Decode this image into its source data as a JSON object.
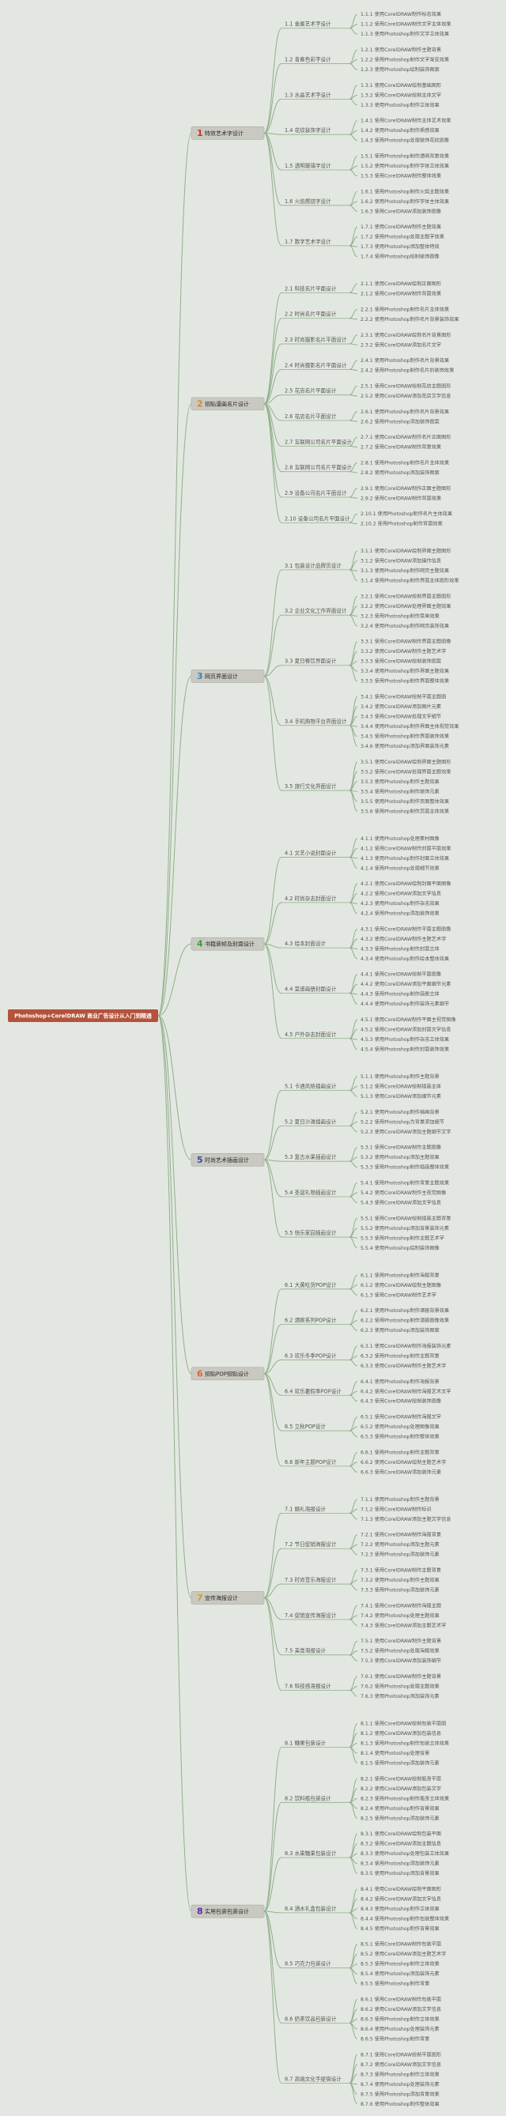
{
  "colors": {
    "background": "#e3e7e1",
    "line": "#8fb08a",
    "root_fill": "#b5523b",
    "root_text": "#ffffff",
    "chapter_fill": "#c9c9c1",
    "chapter_text": "#2b2b2b",
    "section_text": "#555555",
    "leaf_text": "#555555",
    "chapter_number_colors": [
      "#c6322a",
      "#d9852a",
      "#3d7fbf",
      "#3d9c46",
      "#3c4aa6",
      "#e0642a",
      "#c6a52a",
      "#5a2aa8"
    ]
  },
  "root": {
    "title": "Photoshop+CorelDRAW 商业广告设计从入门到精通"
  },
  "chapters": [
    {
      "num": "1",
      "title": "特效艺术字设计",
      "sections": [
        {
          "title": "1.1 金属艺术字设计",
          "leaves": [
            "1.1.1 使用CorelDRAW制作标志效果",
            "1.1.2 使用CorelDRAW制作文字主体效果",
            "1.1.3 使用Photoshop制作文字立体效果"
          ]
        },
        {
          "title": "1.2 青春色彩字设计",
          "leaves": [
            "1.2.1 使用CorelDRAW制作主题背景",
            "1.2.2 使用Photoshop制作文字渐变效果",
            "1.2.3 使用Photoshop绘制装饰图案"
          ]
        },
        {
          "title": "1.3 水晶艺术字设计",
          "leaves": [
            "1.3.1 使用CorelDRAW绘制基础图形",
            "1.3.2 使用CorelDRAW绘制主体文字",
            "1.3.3 使用Photoshop制作立体效果"
          ]
        },
        {
          "title": "1.4 花纹装饰字设计",
          "leaves": [
            "1.4.1 使用CorelDRAW制作主体艺术效果",
            "1.4.2 使用Photoshop制作质感效果",
            "1.4.3 使用Photoshop处理装饰花纹图像"
          ]
        },
        {
          "title": "1.5 透明玻璃字设计",
          "leaves": [
            "1.5.1 使用Photoshop制作透明背景效果",
            "1.5.2 使用Photoshop制作字体立体效果",
            "1.5.3 使用CorelDRAW制作整体效果"
          ]
        },
        {
          "title": "1.6 火焰燃烧字设计",
          "leaves": [
            "1.6.1 使用Photoshop制作火焰主题效果",
            "1.6.2 使用Photoshop制作字体主体效果",
            "1.6.3 使用CorelDRAW添加装饰图像"
          ]
        },
        {
          "title": "1.7 数字艺术字设计",
          "leaves": [
            "1.7.1 使用CorelDRAW制作主题效果",
            "1.7.2 使用Photoshop处理主题字效果",
            "1.7.3 使用Photoshop添加整体特效",
            "1.7.4 使用Photoshop绘制装饰图像"
          ]
        }
      ]
    },
    {
      "num": "2",
      "title": "招贴漫画名片设计",
      "sections": [
        {
          "title": "2.1 科技名片平面设计",
          "leaves": [
            "2.1.1 使用CorelDRAW绘制正面图形",
            "2.1.2 使用CorelDRAW制作背面效果"
          ]
        },
        {
          "title": "2.2 时尚名片平面设计",
          "leaves": [
            "2.2.1 使用Photoshop制作名片主体效果",
            "2.2.2 使用Photoshop制作名片背景装饰效果"
          ]
        },
        {
          "title": "2.3 时尚摄影名片平面设计",
          "leaves": [
            "2.3.1 使用CorelDRAW绘制名片背景图形",
            "2.3.2 使用CorelDRAW添加名片文字"
          ]
        },
        {
          "title": "2.4 时尚摄影名片平面设计",
          "leaves": [
            "2.4.1 使用Photoshop制作名片背景效果",
            "2.4.2 使用Photoshop制作名片的装饰效果"
          ]
        },
        {
          "title": "2.5 花店名片平面设计",
          "leaves": [
            "2.5.1 使用CorelDRAW绘制花店主题图形",
            "2.5.2 使用CorelDRAW添加花店文字信息"
          ]
        },
        {
          "title": "2.6 花店名片平面设计",
          "leaves": [
            "2.6.1 使用Photoshop制作名片背景效果",
            "2.6.2 使用Photoshop添加装饰图案"
          ]
        },
        {
          "title": "2.7 互联网公司名片平面设计",
          "leaves": [
            "2.7.1 使用CorelDRAW制作名片正面图形",
            "2.7.2 使用CorelDRAW制作背景效果"
          ]
        },
        {
          "title": "2.8 互联网公司名片平面设计",
          "leaves": [
            "2.8.1 使用Photoshop制作名片主体效果",
            "2.8.2 使用Photoshop添加装饰图案"
          ]
        },
        {
          "title": "2.9 设备公司名片平面设计",
          "leaves": [
            "2.9.1 使用CorelDRAW制作正面主题图形",
            "2.9.2 使用CorelDRAW制作背面效果"
          ]
        },
        {
          "title": "2.10 设备公司名片平面设计",
          "leaves": [
            "2.10.1 使用Photoshop制作名片主体效果",
            "2.10.2 使用Photoshop制作背面效果"
          ]
        }
      ]
    },
    {
      "num": "3",
      "title": "网页界面设计",
      "sections": [
        {
          "title": "3.1 包装设计品牌页设计",
          "leaves": [
            "3.1.1 使用CorelDRAW绘制界面主题图形",
            "3.1.2 使用CorelDRAW添加操作信息",
            "3.1.3 使用Photoshop制作网页主题效果",
            "3.1.4 使用Photoshop制作界面主体图形效果"
          ]
        },
        {
          "title": "3.2 企业文化工作界面设计",
          "leaves": [
            "3.2.1 使用CorelDRAW绘制界面主题图形",
            "3.2.2 使用CorelDRAW处理界面主题效果",
            "3.2.3 使用Photoshop制作菜单效果",
            "3.2.4 使用Photoshop制作网页装饰效果"
          ]
        },
        {
          "title": "3.3 夏日餐饮界面设计",
          "leaves": [
            "3.3.1 使用CorelDRAW制作界面主题图像",
            "3.3.2 使用CorelDRAW制作主题艺术字",
            "3.3.3 使用CorelDRAW绘制装饰图案",
            "3.3.4 使用Photoshop制作界面主题效果",
            "3.3.5 使用Photoshop制作界面整体效果"
          ]
        },
        {
          "title": "3.4 手机购物平台界面设计",
          "leaves": [
            "3.4.1 使用CorelDRAW绘制平面主题图",
            "3.4.2 使用CorelDRAW添加图片元素",
            "3.4.3 使用CorelDRAW处理文字细节",
            "3.4.4 使用Photoshop制作界面主体视觉效果",
            "3.4.5 使用Photoshop制作界面装饰效果",
            "3.4.6 使用Photoshop添加界面装饰元素"
          ]
        },
        {
          "title": "3.5 旅行文化界面设计",
          "leaves": [
            "3.5.1 使用CorelDRAW绘制界面主题图形",
            "3.5.2 使用CorelDRAW处理界面主题效果",
            "3.5.3 使用Photoshop制作主题效果",
            "3.5.4 使用Photoshop制作装饰元素",
            "3.5.5 使用Photoshop制作页面整体效果",
            "3.5.6 使用Photoshop制作页面主体效果"
          ]
        }
      ]
    },
    {
      "num": "4",
      "title": "书籍装帧及封面设计",
      "sections": [
        {
          "title": "4.1 文艺小说封面设计",
          "leaves": [
            "4.1.1 使用Photoshop处理素材图像",
            "4.1.2 使用CorelDRAW制作封面平面效果",
            "4.1.3 使用Photoshop制作封面立体效果",
            "4.1.4 使用Photoshop处理细节效果"
          ]
        },
        {
          "title": "4.2 时尚杂志封面设计",
          "leaves": [
            "4.2.1 使用CorelDRAW绘制封面平面图像",
            "4.2.2 使用CorelDRAW添加文字信息",
            "4.2.3 使用Photoshop制作杂志效果",
            "4.2.4 使用Photoshop添加装饰效果"
          ]
        },
        {
          "title": "4.3 绘本封面设计",
          "leaves": [
            "4.3.1 使用CorelDRAW制作平面主题图像",
            "4.3.2 使用CorelDRAW制作主题艺术字",
            "4.3.3 使用Photoshop制作封面立体",
            "4.3.4 使用Photoshop制作绘本整体效果"
          ]
        },
        {
          "title": "4.4 菜谱画册封面设计",
          "leaves": [
            "4.4.1 使用CorelDRAW绘制平面图像",
            "4.4.2 使用CorelDRAW添加平面细节元素",
            "4.4.3 使用Photoshop制作画册立体",
            "4.4.4 使用Photoshop制作装饰元素细节"
          ]
        },
        {
          "title": "4.5 户外杂志封面设计",
          "leaves": [
            "4.5.1 使用CorelDRAW制作平面主视觉图像",
            "4.5.2 使用CorelDRAW添加封面文字信息",
            "4.5.3 使用Photoshop制作杂志立体效果",
            "4.5.4 使用Photoshop制作封面装饰效果"
          ]
        }
      ]
    },
    {
      "num": "5",
      "title": "时尚艺术插画设计",
      "sections": [
        {
          "title": "5.1 卡通风格插画设计",
          "leaves": [
            "5.1.1 使用Photoshop制作主题背景",
            "5.1.2 使用CorelDRAW绘制插画主体",
            "5.1.3 使用CorelDRAW添加细节元素"
          ]
        },
        {
          "title": "5.2 夏日沙滩插画设计",
          "leaves": [
            "5.2.1 使用Photoshop制作插画背景",
            "5.2.2 使用Photoshop为背景添加细节",
            "5.2.3 使用CorelDRAW添加主题细节文字"
          ]
        },
        {
          "title": "5.3 复古水果插画设计",
          "leaves": [
            "5.3.1 使用CorelDRAW制作主题图像",
            "5.3.2 使用Photoshop添加主题效果",
            "5.3.3 使用Photoshop制作插画整体效果"
          ]
        },
        {
          "title": "5.4 圣诞礼物插画设计",
          "leaves": [
            "5.4.1 使用Photoshop制作背景主题效果",
            "5.4.2 使用CorelDRAW制作主视觉图像",
            "5.4.3 使用CorelDRAW添加文字信息"
          ]
        },
        {
          "title": "5.5 快乐家园插画设计",
          "leaves": [
            "5.5.1 使用CorelDRAW绘制插画主题背景",
            "5.5.2 使用Photoshop添加背景装饰元素",
            "5.5.3 使用Photoshop制作主题艺术字",
            "5.5.4 使用Photoshop绘制装饰图像"
          ]
        }
      ]
    },
    {
      "num": "6",
      "title": "招贴POP招贴设计",
      "sections": [
        {
          "title": "6.1 大黄吃货POP设计",
          "leaves": [
            "6.1.1 使用Photoshop制作海报背景",
            "6.1.2 使用CorelDRAW绘制主题图像",
            "6.1.3 使用CorelDRAW制作艺术字"
          ]
        },
        {
          "title": "6.2 酒窖系列POP设计",
          "leaves": [
            "6.2.1 使用Photoshop制作酒窖背景效果",
            "6.2.2 使用Photoshop制作酒窖图像效果",
            "6.2.3 使用Photoshop添加装饰图案"
          ]
        },
        {
          "title": "6.3 欢乐冬季POP设计",
          "leaves": [
            "6.3.1 使用CorelDRAW制作海报装饰元素",
            "6.3.2 使用Photoshop制作主题背景",
            "6.3.3 使用CorelDRAW制作主题艺术字"
          ]
        },
        {
          "title": "6.4 欢乐暑假季POP设计",
          "leaves": [
            "6.4.1 使用Photoshop制作海报背景",
            "6.4.2 使用CorelDRAW制作海报艺术文字",
            "6.4.3 使用CorelDRAW绘制装饰图像"
          ]
        },
        {
          "title": "6.5 立秋POP设计",
          "leaves": [
            "6.5.1 使用CorelDRAW制作海报文字",
            "6.5.2 使用Photoshop处理图像效果",
            "6.5.3 使用Photoshop制作整体效果"
          ]
        },
        {
          "title": "6.6 新年主题POP设计",
          "leaves": [
            "6.6.1 使用Photoshop制作主题背景",
            "6.6.2 使用CorelDRAW绘制主题艺术字",
            "6.6.3 使用CorelDRAW添加装饰元素"
          ]
        }
      ]
    },
    {
      "num": "7",
      "title": "宣传海报设计",
      "sections": [
        {
          "title": "7.1 婚礼海报设计",
          "leaves": [
            "7.1.1 使用Photoshop制作主题背景",
            "7.1.2 使用CorelDRAW制作标识",
            "7.1.3 使用CorelDRAW添加主题文字信息"
          ]
        },
        {
          "title": "7.2 节日促销海报设计",
          "leaves": [
            "7.2.1 使用CorelDRAW制作海报背景",
            "7.2.2 使用Photoshop添加主题元素",
            "7.2.3 使用Photoshop添加装饰元素"
          ]
        },
        {
          "title": "7.3 时尚音乐海报设计",
          "leaves": [
            "7.3.1 使用CorelDRAW制作主题背景",
            "7.3.2 使用Photoshop制作主题效果",
            "7.3.3 使用Photoshop添加装饰元素"
          ]
        },
        {
          "title": "7.4 促销宣传海报设计",
          "leaves": [
            "7.4.1 使用CorelDRAW制作海报主题",
            "7.4.2 使用Photoshop处理主题效果",
            "7.4.3 使用CorelDRAW添加主题艺术字"
          ]
        },
        {
          "title": "7.5 美食海报设计",
          "leaves": [
            "7.5.1 使用CorelDRAW制作主题背景",
            "7.5.2 使用Photoshop处理海报效果",
            "7.5.3 使用CorelDRAW添加装饰细节"
          ]
        },
        {
          "title": "7.6 科技感海报设计",
          "leaves": [
            "7.6.1 使用CorelDRAW制作主题背景",
            "7.6.2 使用Photoshop处理主题效果",
            "7.6.3 使用Photoshop添加装饰元素"
          ]
        }
      ]
    },
    {
      "num": "8",
      "title": "实用包装包装设计",
      "sections": [
        {
          "title": "8.1 糖果包装设计",
          "leaves": [
            "8.1.1 使用CorelDRAW绘制包装平面图",
            "8.1.2 使用CorelDRAW添加包装信息",
            "8.1.3 使用Photoshop制作包装立体效果",
            "8.1.4 使用Photoshop处理背景",
            "8.1.5 使用Photoshop添加装饰元素"
          ]
        },
        {
          "title": "8.2 饮料瓶包装设计",
          "leaves": [
            "8.2.1 使用CorelDRAW绘制瓶身平面",
            "8.2.2 使用CorelDRAW添加包装文字",
            "8.2.3 使用Photoshop制作瓶身立体效果",
            "8.2.4 使用Photoshop制作背景效果",
            "8.2.5 使用Photoshop添加装饰元素"
          ]
        },
        {
          "title": "8.3 水果糖果包装设计",
          "leaves": [
            "8.3.1 使用CorelDRAW绘制包装平面",
            "8.3.2 使用CorelDRAW添加主题信息",
            "8.3.3 使用Photoshop处理包装立体效果",
            "8.3.4 使用Photoshop添加装饰元素",
            "8.3.5 使用Photoshop添加背景效果"
          ]
        },
        {
          "title": "8.4 酒水礼盒包装设计",
          "leaves": [
            "8.4.1 使用CorelDRAW绘制平面图形",
            "8.4.2 使用CorelDRAW添加文字信息",
            "8.4.3 使用Photoshop制作立体效果",
            "8.4.4 使用Photoshop制作包装整体效果",
            "8.4.5 使用Photoshop制作背景效果"
          ]
        },
        {
          "title": "8.5 巧克力包装设计",
          "leaves": [
            "8.5.1 使用CorelDRAW制作包装平面",
            "8.5.2 使用CorelDRAW添加主题艺术字",
            "8.5.3 使用Photoshop制作立体效果",
            "8.5.4 使用Photoshop添加装饰元素",
            "8.5.5 使用Photoshop制作背景"
          ]
        },
        {
          "title": "8.6 奶茶饮品包装设计",
          "leaves": [
            "8.6.1 使用CorelDRAW制作包装平面",
            "8.6.2 使用CorelDRAW添加文字信息",
            "8.6.3 使用Photoshop制作立体效果",
            "8.6.4 使用Photoshop处理装饰元素",
            "8.6.5 使用Photoshop制作背景"
          ]
        },
        {
          "title": "8.7 高端文化手提袋设计",
          "leaves": [
            "8.7.1 使用CorelDRAW绘制平面图形",
            "8.7.2 使用CorelDRAW添加文字信息",
            "8.7.3 使用Photoshop制作立体效果",
            "8.7.4 使用Photoshop处理装饰元素",
            "8.7.5 使用Photoshop添加背景效果",
            "8.7.6 使用Photoshop制作整体效果"
          ]
        }
      ]
    }
  ]
}
